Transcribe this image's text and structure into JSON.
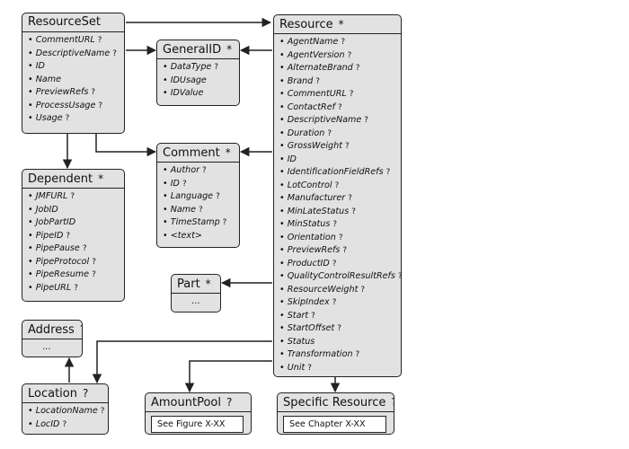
{
  "boxes": {
    "resourceset": {
      "title": "ResourceSet",
      "items": [
        {
          "name": "CommentURL",
          "q": "?"
        },
        {
          "name": "DescriptiveName",
          "q": "?"
        },
        {
          "name": "ID",
          "q": ""
        },
        {
          "name": "Name",
          "q": ""
        },
        {
          "name": "PreviewRefs",
          "q": "?"
        },
        {
          "name": "ProcessUsage",
          "q": "?"
        },
        {
          "name": "Usage",
          "q": "?"
        }
      ]
    },
    "generalid": {
      "title": "GeneralID",
      "suffix": "*",
      "items": [
        {
          "name": "DataType",
          "q": "?"
        },
        {
          "name": "IDUsage",
          "q": ""
        },
        {
          "name": "IDValue",
          "q": ""
        }
      ]
    },
    "comment": {
      "title": "Comment",
      "suffix": "*",
      "items": [
        {
          "name": "Author",
          "q": "?"
        },
        {
          "name": "ID",
          "q": "?"
        },
        {
          "name": "Language",
          "q": "?"
        },
        {
          "name": "Name",
          "q": "?"
        },
        {
          "name": "TimeStamp",
          "q": "?"
        },
        {
          "name": "<text>",
          "q": ""
        }
      ]
    },
    "dependent": {
      "title": "Dependent",
      "suffix": "*",
      "items": [
        {
          "name": "JMFURL",
          "q": "?"
        },
        {
          "name": "JobID",
          "q": ""
        },
        {
          "name": "JobPartID",
          "q": ""
        },
        {
          "name": "PipeID",
          "q": "?"
        },
        {
          "name": "PipePause",
          "q": "?"
        },
        {
          "name": "PipeProtocol",
          "q": "?"
        },
        {
          "name": "PipeResume",
          "q": "?"
        },
        {
          "name": "PipeURL",
          "q": "?"
        }
      ]
    },
    "resource": {
      "title": "Resource",
      "suffix": "*",
      "items": [
        {
          "name": "AgentName",
          "q": "?"
        },
        {
          "name": "AgentVersion",
          "q": "?"
        },
        {
          "name": "AlternateBrand",
          "q": "?"
        },
        {
          "name": "Brand",
          "q": "?"
        },
        {
          "name": "CommentURL",
          "q": "?"
        },
        {
          "name": "ContactRef",
          "q": "?"
        },
        {
          "name": "DescriptiveName",
          "q": "?"
        },
        {
          "name": "Duration",
          "q": "?"
        },
        {
          "name": "GrossWeight",
          "q": "?"
        },
        {
          "name": "ID",
          "q": ""
        },
        {
          "name": "IdentificationFieldRefs",
          "q": "?"
        },
        {
          "name": "LotControl",
          "q": "?"
        },
        {
          "name": "Manufacturer",
          "q": "?"
        },
        {
          "name": "MinLateStatus",
          "q": "?"
        },
        {
          "name": "MinStatus",
          "q": "?"
        },
        {
          "name": "Orientation",
          "q": "?"
        },
        {
          "name": "PreviewRefs",
          "q": "?"
        },
        {
          "name": "ProductID",
          "q": "?"
        },
        {
          "name": "QualityControlResultRefs",
          "q": "?"
        },
        {
          "name": "ResourceWeight",
          "q": "?"
        },
        {
          "name": "SkipIndex",
          "q": "?"
        },
        {
          "name": "Start",
          "q": "?"
        },
        {
          "name": "StartOffset",
          "q": "?"
        },
        {
          "name": "Status",
          "q": ""
        },
        {
          "name": "Transformation",
          "q": "?"
        },
        {
          "name": "Unit",
          "q": "?"
        }
      ]
    },
    "part": {
      "title": "Part",
      "suffix": "*",
      "body": "..."
    },
    "address": {
      "title": "Address",
      "suffix": "?",
      "body": "..."
    },
    "location": {
      "title": "Location",
      "suffix": "?",
      "items": [
        {
          "name": "LocationName",
          "q": "?"
        },
        {
          "name": "LocID",
          "q": "?"
        }
      ]
    },
    "amountpool": {
      "title": "AmountPool",
      "suffix": "?",
      "ref": "See Figure  X-XX"
    },
    "specific": {
      "title": "Specific Resource",
      "suffix": "?",
      "ref": "See Chapter  X-XX"
    }
  }
}
